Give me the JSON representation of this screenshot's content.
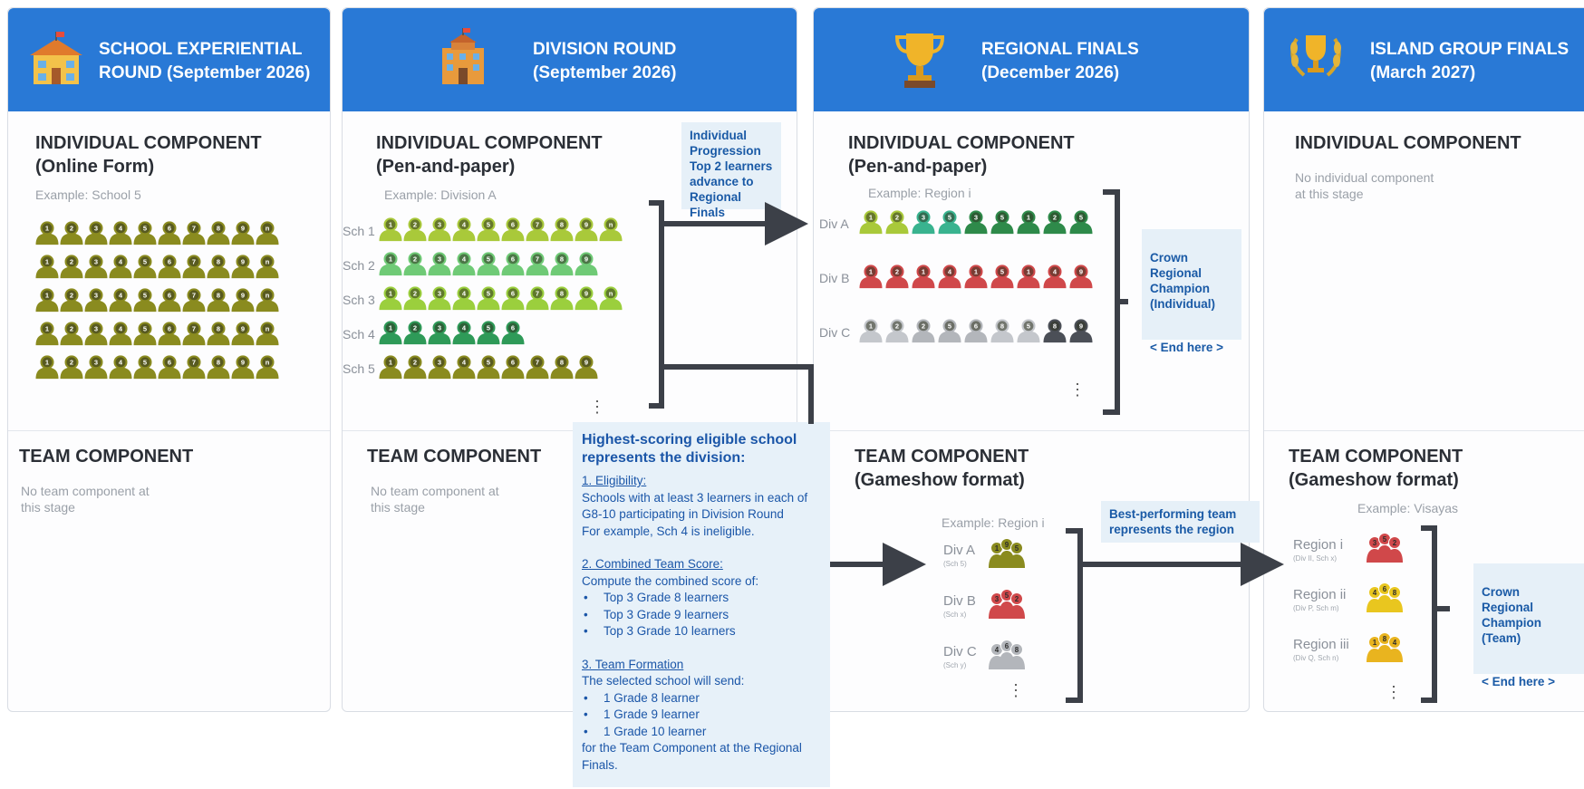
{
  "columns": [
    {
      "id": "school",
      "title": "SCHOOL EXPERIENTIAL\nROUND (September 2026)",
      "icon": "school-building-icon",
      "individual": {
        "title": "INDIVIDUAL COMPONENT\n(Online Form)",
        "example": "Example: School 5",
        "rows": [
          {
            "color": "#8a8b1f",
            "labels": [
              "1",
              "2",
              "3",
              "4",
              "5",
              "6",
              "7",
              "8",
              "9",
              "n"
            ]
          },
          {
            "color": "#8a8b1f",
            "labels": [
              "1",
              "2",
              "3",
              "4",
              "5",
              "6",
              "7",
              "8",
              "9",
              "n"
            ]
          },
          {
            "color": "#8a8b1f",
            "labels": [
              "1",
              "2",
              "3",
              "4",
              "5",
              "6",
              "7",
              "8",
              "9",
              "n"
            ]
          },
          {
            "color": "#8a8b1f",
            "labels": [
              "1",
              "2",
              "3",
              "4",
              "5",
              "6",
              "7",
              "8",
              "9",
              "n"
            ]
          },
          {
            "color": "#8a8b1f",
            "labels": [
              "1",
              "2",
              "3",
              "4",
              "5",
              "6",
              "7",
              "8",
              "9",
              "n"
            ]
          }
        ]
      },
      "team": {
        "title": "TEAM COMPONENT",
        "note": "No team component at\nthis stage"
      }
    },
    {
      "id": "division",
      "title": "DIVISION ROUND\n(September 2026)",
      "icon": "division-office-icon",
      "individual": {
        "title": "INDIVIDUAL COMPONENT\n(Pen-and-paper)",
        "example": "Example: Division A",
        "rows": [
          {
            "label": "Sch 1",
            "color": "#a9c93a",
            "labels": [
              "1",
              "2",
              "3",
              "4",
              "5",
              "6",
              "7",
              "8",
              "9",
              "n"
            ]
          },
          {
            "label": "Sch 2",
            "color": "#6fca76",
            "labels": [
              "1",
              "2",
              "3",
              "4",
              "5",
              "6",
              "7",
              "8",
              "9"
            ]
          },
          {
            "label": "Sch 3",
            "color": "#9bcf3d",
            "labels": [
              "1",
              "2",
              "3",
              "4",
              "5",
              "6",
              "7",
              "8",
              "9",
              "n"
            ]
          },
          {
            "label": "Sch 4",
            "color": "#2e9a58",
            "labels": [
              "1",
              "2",
              "3",
              "4",
              "5",
              "6"
            ]
          },
          {
            "label": "Sch 5",
            "color": "#8a8b1f",
            "labels": [
              "1",
              "2",
              "3",
              "4",
              "5",
              "6",
              "7",
              "8",
              "9"
            ]
          }
        ],
        "more": "⋮"
      },
      "team": {
        "title": "TEAM COMPONENT",
        "note": "No team component at\nthis stage"
      }
    },
    {
      "id": "regional",
      "title": "REGIONAL FINALS\n(December 2026)",
      "icon": "trophy-icon",
      "individual": {
        "title": "INDIVIDUAL COMPONENT\n(Pen-and-paper)",
        "example": "Example: Region i",
        "rows": [
          {
            "label": "Div A",
            "colors": [
              "#a9c93a",
              "#a9c93a",
              "#39b38f",
              "#39b38f",
              "#2e8a4a",
              "#2e8a4a",
              "#2e8a4a",
              "#2e8a4a",
              "#2e8a4a"
            ],
            "labels": [
              "1",
              "2",
              "3",
              "5",
              "3",
              "5",
              "1",
              "2",
              "5"
            ]
          },
          {
            "label": "Div B",
            "colors": [
              "#d0484a",
              "#d0484a",
              "#d0484a",
              "#d0484a",
              "#d0484a",
              "#d0484a",
              "#d0484a",
              "#d0484a",
              "#d0484a"
            ],
            "labels": [
              "1",
              "2",
              "1",
              "4",
              "1",
              "5",
              "1",
              "4",
              "9"
            ]
          },
          {
            "label": "Div C",
            "colors": [
              "#c4c7cc",
              "#c4c7cc",
              "#b3b6bb",
              "#b3b6bb",
              "#b3b6bb",
              "#c4c7cc",
              "#c4c7cc",
              "#4b4f57",
              "#4b4f57"
            ],
            "labels": [
              "1",
              "2",
              "2",
              "5",
              "6",
              "8",
              "5",
              "8",
              "9"
            ]
          }
        ],
        "more": "⋮"
      },
      "team": {
        "title": "TEAM COMPONENT\n(Gameshow format)",
        "example": "Example: Region i",
        "teams": [
          {
            "label": "Div A",
            "sub": "(Sch 5)",
            "color": "#8a8b1f",
            "labels": [
              "1",
              "9",
              "5"
            ]
          },
          {
            "label": "Div B",
            "sub": "(Sch x)",
            "color": "#d0484a",
            "labels": [
              "3",
              "5",
              "2"
            ]
          },
          {
            "label": "Div C",
            "sub": "(Sch y)",
            "color": "#b3b6bb",
            "labels": [
              "4",
              "6",
              "8"
            ]
          }
        ],
        "more": "⋮"
      }
    },
    {
      "id": "island",
      "title": "ISLAND GROUP FINALS\n(March 2027)",
      "icon": "laurel-trophy-icon",
      "individual": {
        "title": "INDIVIDUAL COMPONENT",
        "note": "No individual component\nat this stage"
      },
      "team": {
        "title": "TEAM COMPONENT\n(Gameshow format)",
        "example": "Example: Visayas",
        "teams": [
          {
            "label": "Region i",
            "sub": "(Div II, Sch x)",
            "color": "#d0484a",
            "labels": [
              "3",
              "5",
              "2"
            ]
          },
          {
            "label": "Region ii",
            "sub": "(Div P, Sch m)",
            "color": "#e9c61f",
            "labels": [
              "4",
              "6",
              "8"
            ]
          },
          {
            "label": "Region iii",
            "sub": "(Div Q, Sch n)",
            "color": "#e9b41f",
            "labels": [
              "1",
              "8",
              "4"
            ]
          }
        ],
        "more": "⋮"
      }
    }
  ],
  "callouts": {
    "individual_progression": "Individual\nProgression\nTop 2 learners\nadvance to\nRegional Finals",
    "crown_individual": "Crown\nRegional\nChampion\n(Individual)",
    "end_individual": "< End here >",
    "best_team": "Best-performing team\nrepresents the region",
    "crown_team": "Crown\nRegional\nChampion\n(Team)",
    "end_team": "< End here >"
  },
  "eligibility_box": {
    "heading": "Highest-scoring eligible school represents the division:",
    "eligibility_title": "1. Eligibility:",
    "eligibility_text": "Schools with at least 3 learners in each of G8-10 participating in Division Round",
    "eligibility_example": "For example, Sch 4 is ineligible.",
    "score_title": "2. Combined Team Score:",
    "score_text": "Compute the combined score of:",
    "score_items": [
      "Top 3 Grade 8 learners",
      "Top 3 Grade 9 learners",
      "Top 3 Grade 10 learners"
    ],
    "formation_title": "3. Team Formation",
    "formation_text": "The selected school will send:",
    "formation_items": [
      "1 Grade 8 learner",
      "1 Grade 9 learner",
      "1 Grade 10 learner"
    ],
    "formation_footer": "for the Team Component at the Regional Finals."
  },
  "colors": {
    "header_blue": "#2979d6",
    "callout_bg": "#e6f0f8",
    "callout_text": "#1a5aa6",
    "arrow": "#3c4048"
  }
}
